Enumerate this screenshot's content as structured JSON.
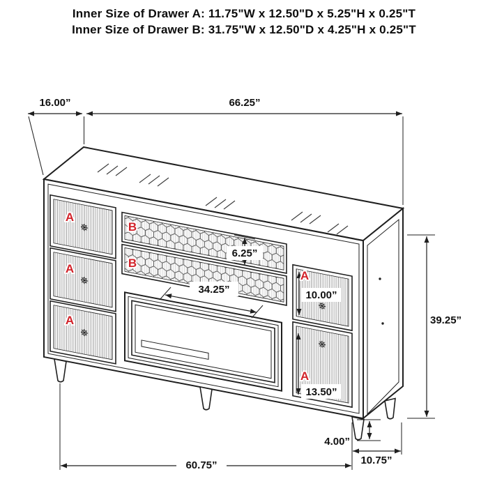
{
  "header": {
    "line1": "Inner Size of Drawer A: 11.75\"W x 12.50\"D x 5.25\"H x 0.25\"T",
    "line2": "Inner Size of Drawer B: 31.75\"W x 12.50\"D x 4.25\"H x 0.25\"T"
  },
  "drawer_labels": {
    "a": "A",
    "b": "B"
  },
  "dims": {
    "top_depth": "16.00”",
    "top_width": "66.25”",
    "drawer_b_height": "6.25”",
    "opening_width": "34.25”",
    "right_top_drawer_height": "10.00”",
    "overall_height": "39.25”",
    "right_bottom_drawer_height": "13.50”",
    "leg_height": "4.00”",
    "front_width": "60.75”",
    "side_depth": "10.75”"
  },
  "colors": {
    "line": "#1f1f1f",
    "red": "#d2232a"
  }
}
